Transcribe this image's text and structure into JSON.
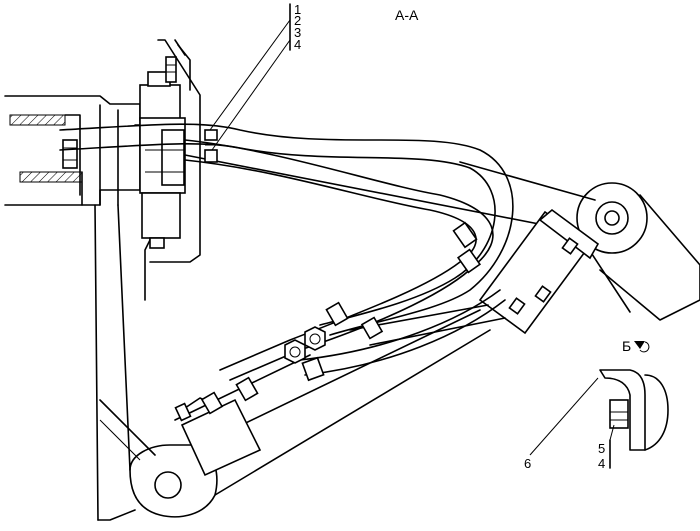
{
  "section_title": "А-А",
  "view_title": "Б",
  "callouts_top": [
    "1",
    "2",
    "3",
    "4"
  ],
  "callouts_bottom_right": [
    "5",
    "4"
  ],
  "callout_6": "6"
}
